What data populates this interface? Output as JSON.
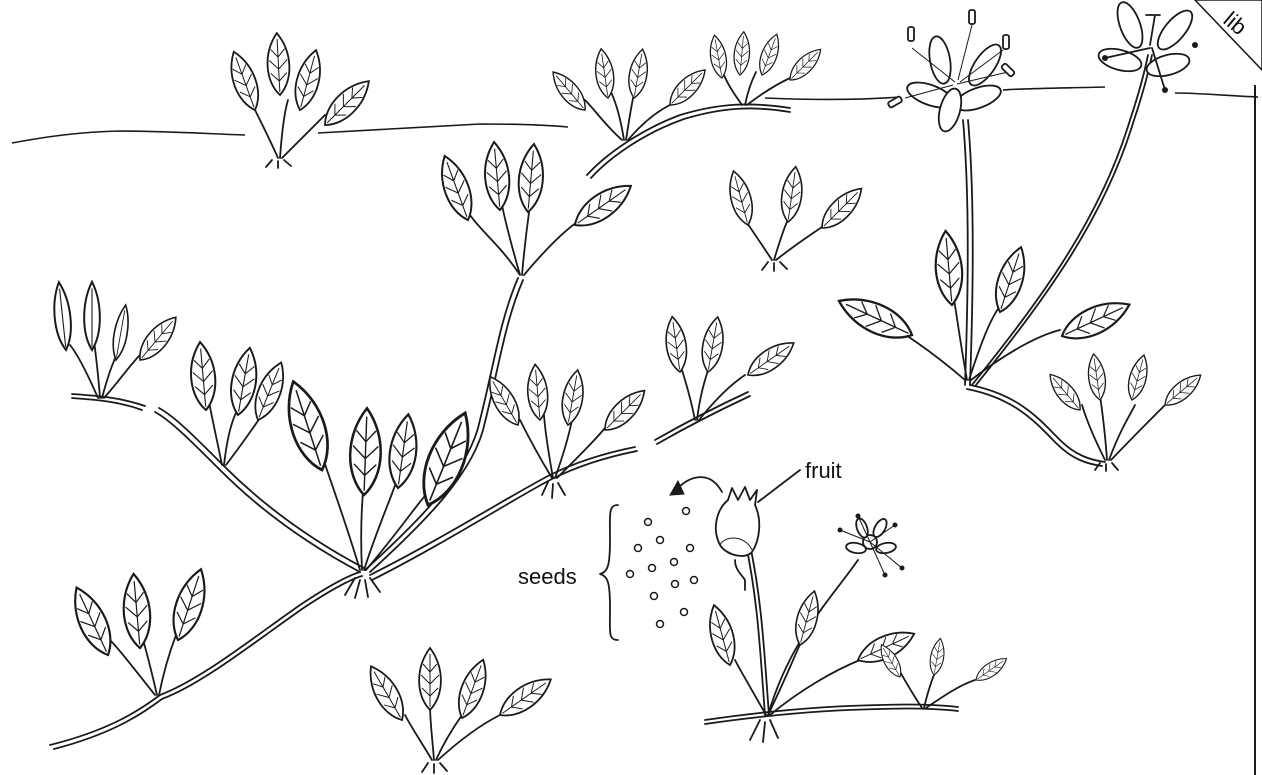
{
  "labels": {
    "fruit": "fruit",
    "seeds": "seeds"
  },
  "corner_mark": "lib"
}
